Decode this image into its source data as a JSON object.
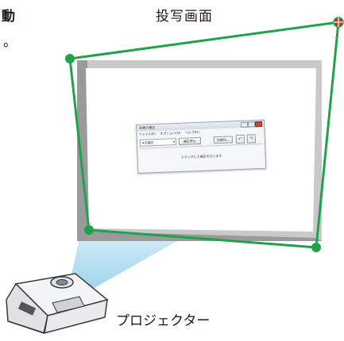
{
  "labels": {
    "screen_title": "投写画面",
    "projector": "プロジェクター",
    "fragment_top": "動",
    "fragment_mid": "。"
  },
  "colors": {
    "outline": "#1fa24a",
    "corner_dot": "#1fa24a",
    "active_corner": "#c0392b",
    "frame_gray": "#c9c9c9",
    "shadow_gray": "#8c8c8c",
    "beam": "#bfe3f3"
  },
  "dialog": {
    "title": "四隅の補正",
    "menu": [
      "ファイル(F)",
      "オプション(O)",
      "ヘルプ(H)"
    ],
    "select_value": "4点補正",
    "apply_button": "補正停止",
    "reset_button": "初期化...",
    "undo_icon": "undo-icon",
    "redo_icon": "redo-icon",
    "status": "ドラッグして補正を行います"
  },
  "icons": {
    "corner_handle": "crosshair-handle-icon"
  }
}
